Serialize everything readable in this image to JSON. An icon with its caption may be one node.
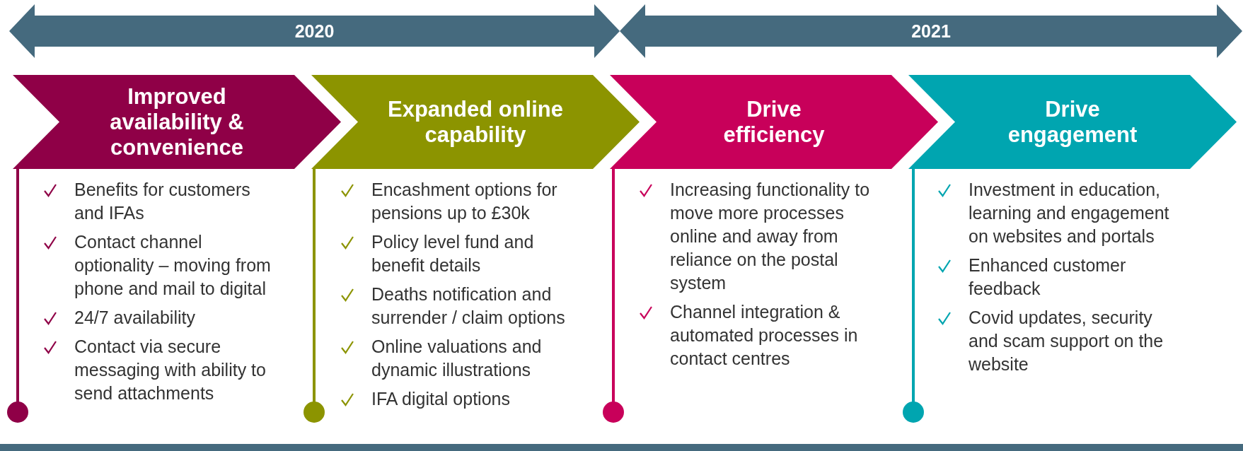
{
  "diagram": {
    "nodes": [
      {
        "text": [
          "2020"
        ]
      },
      {
        "text": [
          "2021"
        ]
      },
      {
        "text": [
          "Improved availability & convenience"
        ],
        "beside": [
          "Benefits for customers and IFAs",
          "Contact channel optionality – moving from phone and mail to digital",
          "24/7 availability",
          "Contact via secure messaging with ability to send attachments"
        ]
      },
      {
        "text": [
          "Expanded online capability"
        ],
        "beside": [
          "Encashment options for pensions up to £30k",
          "Policy level fund and benefit details",
          "Deaths notification and surrender / claim options",
          "Online valuations and dynamic illustrations",
          "IFA digital options"
        ]
      },
      {
        "text": [
          "Drive efficiency"
        ],
        "beside": [
          "Increasing functionality to move more processes online and away from reliance on the postal system",
          "Channel integration & automated processes in contact centres"
        ]
      },
      {
        "text": [
          "Drive engagement"
        ],
        "beside": [
          "Investment in education, learning and engagement on websites and portals",
          "Enhanced customer feedback",
          "Covid updates, security and scam support on the website"
        ]
      }
    ],
    "edges": []
  }
}
